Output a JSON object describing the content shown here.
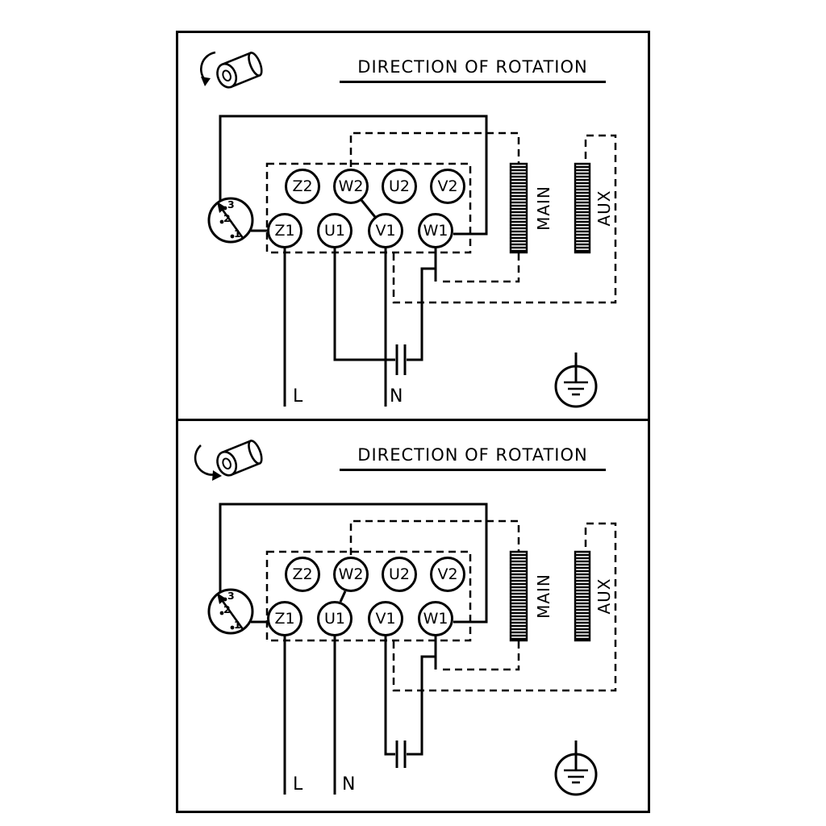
{
  "colors": {
    "ink": "#000000",
    "paper": "#ffffff"
  },
  "panels": [
    {
      "title": "DIRECTION OF ROTATION",
      "terminals_top": [
        "Z2",
        "W2",
        "U2",
        "V2"
      ],
      "terminals_bottom": [
        "Z1",
        "U1",
        "V1",
        "W1"
      ],
      "winding_main": "MAIN",
      "winding_aux": "AUX",
      "switch_positions": [
        "3",
        "2",
        "1"
      ],
      "line_label": "L",
      "neutral_label": "N"
    },
    {
      "title": "DIRECTION OF ROTATION",
      "terminals_top": [
        "Z2",
        "W2",
        "U2",
        "V2"
      ],
      "terminals_bottom": [
        "Z1",
        "U1",
        "V1",
        "W1"
      ],
      "winding_main": "MAIN",
      "winding_aux": "AUX",
      "switch_positions": [
        "3",
        "2",
        "1"
      ],
      "line_label": "L",
      "neutral_label": "N"
    }
  ]
}
